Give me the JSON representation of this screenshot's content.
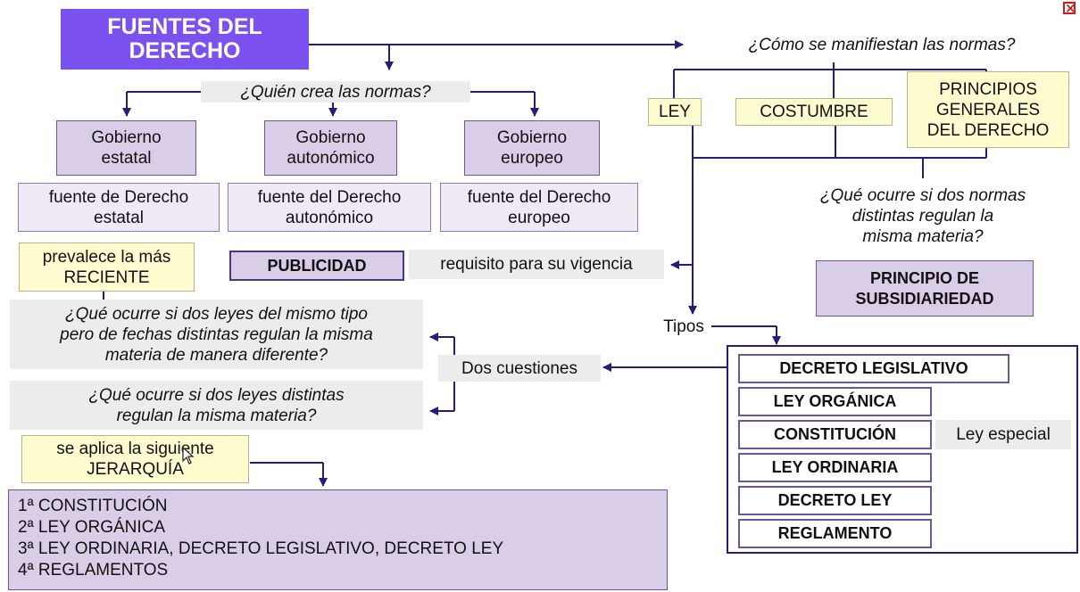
{
  "title": {
    "line1": "FUENTES DEL",
    "line2": "DERECHO"
  },
  "close_icon": "close-icon",
  "colors": {
    "primary": "#7b52f0",
    "line": "#2a1a7a",
    "lavender": "#d9cde8",
    "yellow": "#fffccf",
    "gray": "#ececec"
  },
  "who": {
    "question": "¿Quién crea las normas?",
    "creators": [
      {
        "name1": "Gobierno",
        "name2": "estatal",
        "source1": "fuente de Derecho",
        "source2": "estatal"
      },
      {
        "name1": "Gobierno",
        "name2": "autonómico",
        "source1": "fuente del Derecho",
        "source2": "autonómico"
      },
      {
        "name1": "Gobierno",
        "name2": "europeo",
        "source1": "fuente del Derecho",
        "source2": "europeo"
      }
    ]
  },
  "how": {
    "question": "¿Cómo se manifiestan las normas?",
    "ley": "LEY",
    "costumbre": "COSTUMBRE",
    "principios": {
      "l1": "PRINCIPIOS",
      "l2": "GENERALES",
      "l3": "DEL DERECHO"
    }
  },
  "conflict": {
    "q1": "¿Qué ocurre si dos normas",
    "q2": "distintas regulan la",
    "q3": "misma materia?",
    "answer1": "PRINCIPIO DE",
    "answer2": "SUBSIDIARIEDAD"
  },
  "publicidad": {
    "label": "PUBLICIDAD",
    "requirement": "requisito para su vigencia"
  },
  "tipos_label": "Tipos",
  "tipos": [
    "DECRETO LEGISLATIVO",
    "LEY ORGÁNICA",
    "CONSTITUCIÓN",
    "LEY ORDINARIA",
    "DECRETO LEY",
    "REGLAMENTO"
  ],
  "ley_especial": "Ley especial",
  "dos_cuestiones": "Dos cuestiones",
  "q_same_type": {
    "l1": "¿Qué ocurre si dos leyes del mismo tipo",
    "l2": "pero de fechas distintas regulan la misma",
    "l3": "materia de manera diferente?"
  },
  "prevalece": {
    "l1": "prevalece la más",
    "l2": "RECIENTE"
  },
  "q_distinct": {
    "l1": "¿Qué ocurre si dos leyes distintas",
    "l2": "regulan la misma materia?"
  },
  "jerarquia_note": {
    "l1": "se aplica la siguiente",
    "l2": "JERARQUÍA"
  },
  "hierarchy": [
    "1ª CONSTITUCIÓN",
    "2ª LEY ORGÁNICA",
    "3ª LEY ORDINARIA, DECRETO LEGISLATIVO, DECRETO LEY",
    "4ª REGLAMENTOS"
  ]
}
